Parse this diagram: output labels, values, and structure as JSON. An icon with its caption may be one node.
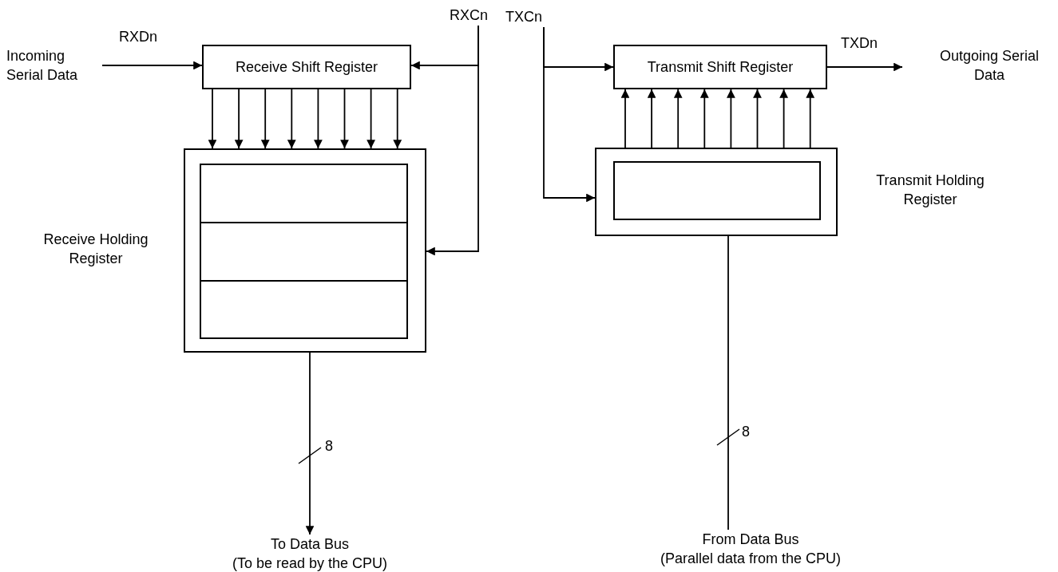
{
  "diagram": {
    "nodes": [
      {
        "text": [
          "Incoming Serial Data"
        ]
      },
      {
        "text": [
          "Receive Shift Register"
        ]
      },
      {
        "text": [],
        "shape": "box",
        "beside": [
          "Receive Holding Register"
        ]
      },
      {
        "text": [],
        "shape": "box",
        "in": 2
      },
      {
        "text": [],
        "shape": "box",
        "in": 2
      },
      {
        "text": [],
        "shape": "box",
        "in": 2
      },
      {
        "text": [
          "RXCn"
        ]
      },
      {
        "text": [
          "To Data Bus",
          "(To be read by the CPU)"
        ]
      },
      {
        "text": [
          "TXCn"
        ]
      },
      {
        "text": [
          "Transmit Shift Register"
        ]
      },
      {
        "text": [],
        "shape": "box",
        "beside": [
          "Transmit Holding Register"
        ]
      },
      {
        "text": [],
        "shape": "box",
        "in": 10
      },
      {
        "text": [
          "Outgoing Serial Data"
        ]
      },
      {
        "text": [
          "From Data Bus",
          "(Parallel data from the CPU)"
        ]
      }
    ],
    "edges": [
      {
        "from": 0,
        "to": 1,
        "arrow": "to",
        "label": "RXDn"
      },
      {
        "from": 6,
        "to": 1,
        "arrow": "to"
      },
      {
        "from": 6,
        "to": 2,
        "arrow": "to"
      },
      {
        "from": 1,
        "to": 2,
        "arrow": "to"
      },
      {
        "from": 1,
        "to": 2,
        "arrow": "to"
      },
      {
        "from": 1,
        "to": 2,
        "arrow": "to"
      },
      {
        "from": 1,
        "to": 2,
        "arrow": "to"
      },
      {
        "from": 1,
        "to": 2,
        "arrow": "to"
      },
      {
        "from": 1,
        "to": 2,
        "arrow": "to"
      },
      {
        "from": 1,
        "to": 2,
        "arrow": "to"
      },
      {
        "from": 1,
        "to": 2,
        "arrow": "to"
      },
      {
        "from": 2,
        "to": 7,
        "arrow": "to",
        "label": "8"
      },
      {
        "from": 8,
        "to": 9,
        "arrow": "to"
      },
      {
        "from": 8,
        "to": 10,
        "arrow": "to"
      },
      {
        "from": 10,
        "to": 9,
        "arrow": "to"
      },
      {
        "from": 10,
        "to": 9,
        "arrow": "to"
      },
      {
        "from": 10,
        "to": 9,
        "arrow": "to"
      },
      {
        "from": 10,
        "to": 9,
        "arrow": "to"
      },
      {
        "from": 10,
        "to": 9,
        "arrow": "to"
      },
      {
        "from": 10,
        "to": 9,
        "arrow": "to"
      },
      {
        "from": 10,
        "to": 9,
        "arrow": "to"
      },
      {
        "from": 10,
        "to": 9,
        "arrow": "to"
      },
      {
        "from": 9,
        "to": 12,
        "arrow": "to",
        "label": "TXDn"
      },
      {
        "from": 13,
        "to": 10,
        "arrow": "none",
        "label": "8"
      }
    ]
  }
}
